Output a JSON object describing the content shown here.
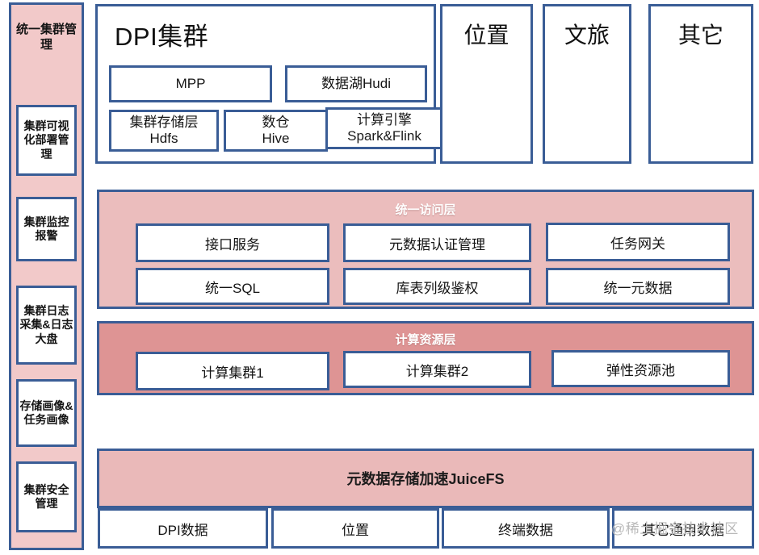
{
  "sidebar": {
    "title": "统一集群管理",
    "items": [
      {
        "label": "集群可视化部署管理"
      },
      {
        "label": "集群监控报警"
      },
      {
        "label": "集群日志采集&日志大盘"
      },
      {
        "label": "存储画像&任务画像"
      },
      {
        "label": "集群安全管理"
      }
    ]
  },
  "top": {
    "dpi": {
      "title": "DPI集群",
      "row1": [
        {
          "label": "MPP"
        },
        {
          "label": "数据湖Hudi"
        }
      ],
      "row2": [
        {
          "label": "集群存储层\nHdfs",
          "line1": "集群存储层",
          "line2": "Hdfs"
        },
        {
          "label": "数仓\nHive",
          "line1": "数仓",
          "line2": "Hive"
        },
        {
          "label": "计算引擎\nSpark&Flink",
          "line1": "计算引擎",
          "line2": "Spark&Flink"
        }
      ]
    },
    "columns": [
      {
        "label": "位置"
      },
      {
        "label": "文旅"
      },
      {
        "label": "其它"
      }
    ]
  },
  "access_layer": {
    "title": "统一访问层",
    "row1": [
      {
        "label": "接口服务"
      },
      {
        "label": "元数据认证管理"
      },
      {
        "label": "任务网关"
      }
    ],
    "row2": [
      {
        "label": "统一SQL"
      },
      {
        "label": "库表列级鉴权"
      },
      {
        "label": "统一元数据"
      }
    ]
  },
  "compute_layer": {
    "title": "计算资源层",
    "items": [
      {
        "label": "计算集群1"
      },
      {
        "label": "计算集群2"
      },
      {
        "label": "弹性资源池"
      }
    ]
  },
  "storage": {
    "juicefs_label": "元数据存储加速JuiceFS",
    "data_boxes": [
      {
        "label": "DPI数据"
      },
      {
        "label": "位置"
      },
      {
        "label": "终端数据"
      },
      {
        "label": "其它通用数据"
      }
    ]
  },
  "watermark": {
    "text": "@稀土掘金技术社区"
  },
  "colors": {
    "border_blue": "#3a5d96",
    "sidebar_pink": "#f2c9c9",
    "access_pink": "#ebbdbd",
    "compute_red": "#de9494",
    "juicefs_pink": "#eab9b9",
    "box_white": "#ffffff"
  }
}
